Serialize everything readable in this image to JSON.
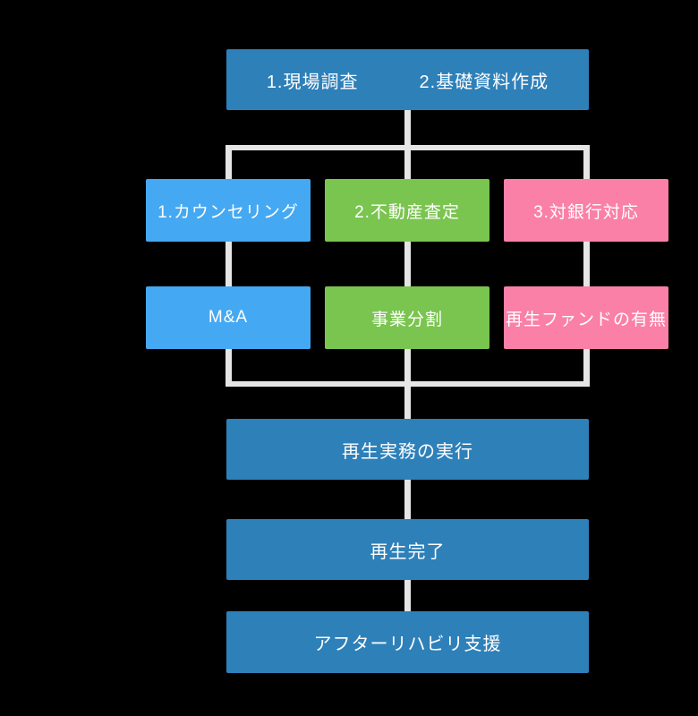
{
  "canvas": {
    "background": "#000000"
  },
  "colors": {
    "dark_blue": "#2E80B9",
    "bright_blue": "#45A8F2",
    "green": "#7AC450",
    "pink": "#FA80A8",
    "connector": "#E5E5E5",
    "text": "#FFFFFF"
  },
  "flowchart": {
    "top_box": {
      "label_left": "1.現場調査",
      "label_right": "2.基礎資料作成"
    },
    "columns": [
      {
        "step": {
          "label": "1.カウンセリング"
        },
        "sub": {
          "label": "M&A"
        }
      },
      {
        "step": {
          "label": "2.不動産査定"
        },
        "sub": {
          "label": "事業分割"
        }
      },
      {
        "step": {
          "label": "3.対銀行対応"
        },
        "sub": {
          "label": "再生ファンドの有無"
        }
      }
    ],
    "bottom_boxes": [
      {
        "label": "再生実務の実行"
      },
      {
        "label": "再生完了"
      },
      {
        "label": "アフターリハビリ支援"
      }
    ]
  }
}
